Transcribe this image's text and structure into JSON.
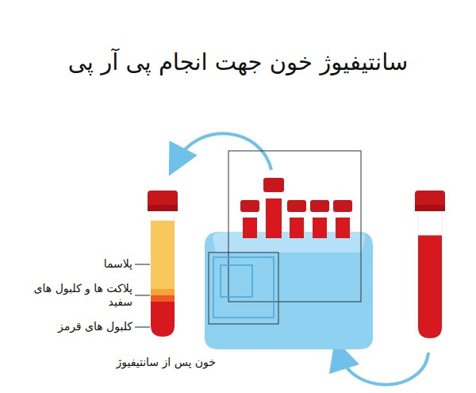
{
  "diagram": {
    "title": "سانتیفیوژ خون جهت انجام پی آر پی",
    "caption": "خون پس از سانتیفیوژ",
    "labels": [
      "پلاسما",
      "پلاکت ها و کلبول های سفید",
      "کلبول های قرمز"
    ]
  }
}
